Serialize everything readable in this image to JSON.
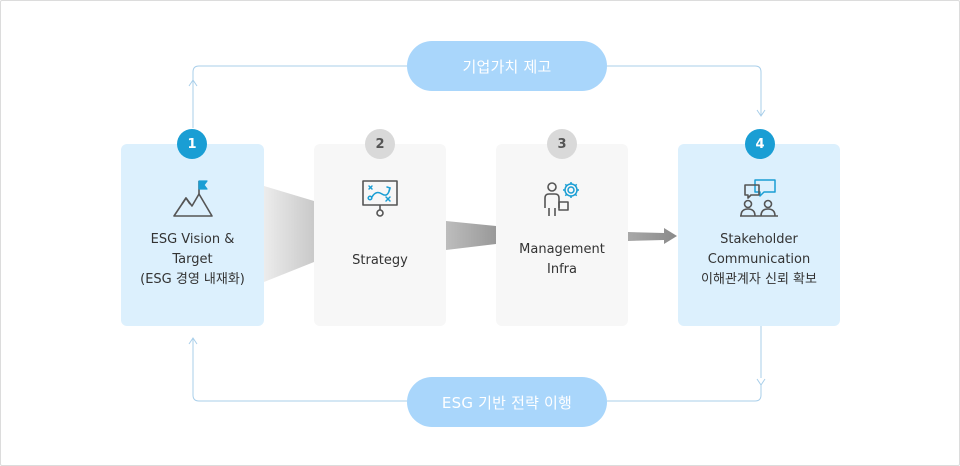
{
  "top_pill": "기업가치 제고",
  "bottom_pill": "ESG 기반 전략 이행",
  "steps": [
    {
      "number": "1",
      "lines": [
        "ESG Vision &",
        "Target",
        "(ESG 경영 내재화)"
      ]
    },
    {
      "number": "2",
      "lines": [
        "Strategy"
      ]
    },
    {
      "number": "3",
      "lines": [
        "Management",
        "Infra"
      ]
    },
    {
      "number": "4",
      "lines": [
        "Stakeholder",
        "Communication",
        "이해관계자 신뢰 확보"
      ]
    }
  ],
  "icons": [
    "mountain-flag-icon",
    "strategy-board-icon",
    "manager-gear-icon",
    "discussion-icon"
  ],
  "colors": {
    "pill": "#a9d6fb",
    "box_active": "#dcf0fd",
    "box_inactive": "#f7f7f7",
    "badge_active": "#1a9ed4",
    "badge_inactive": "#d9d9d9",
    "loop_line": "#a9cfea",
    "connector": "#b3b3b3",
    "icon_stroke": "#555555",
    "icon_accent": "#1a9ed4"
  }
}
